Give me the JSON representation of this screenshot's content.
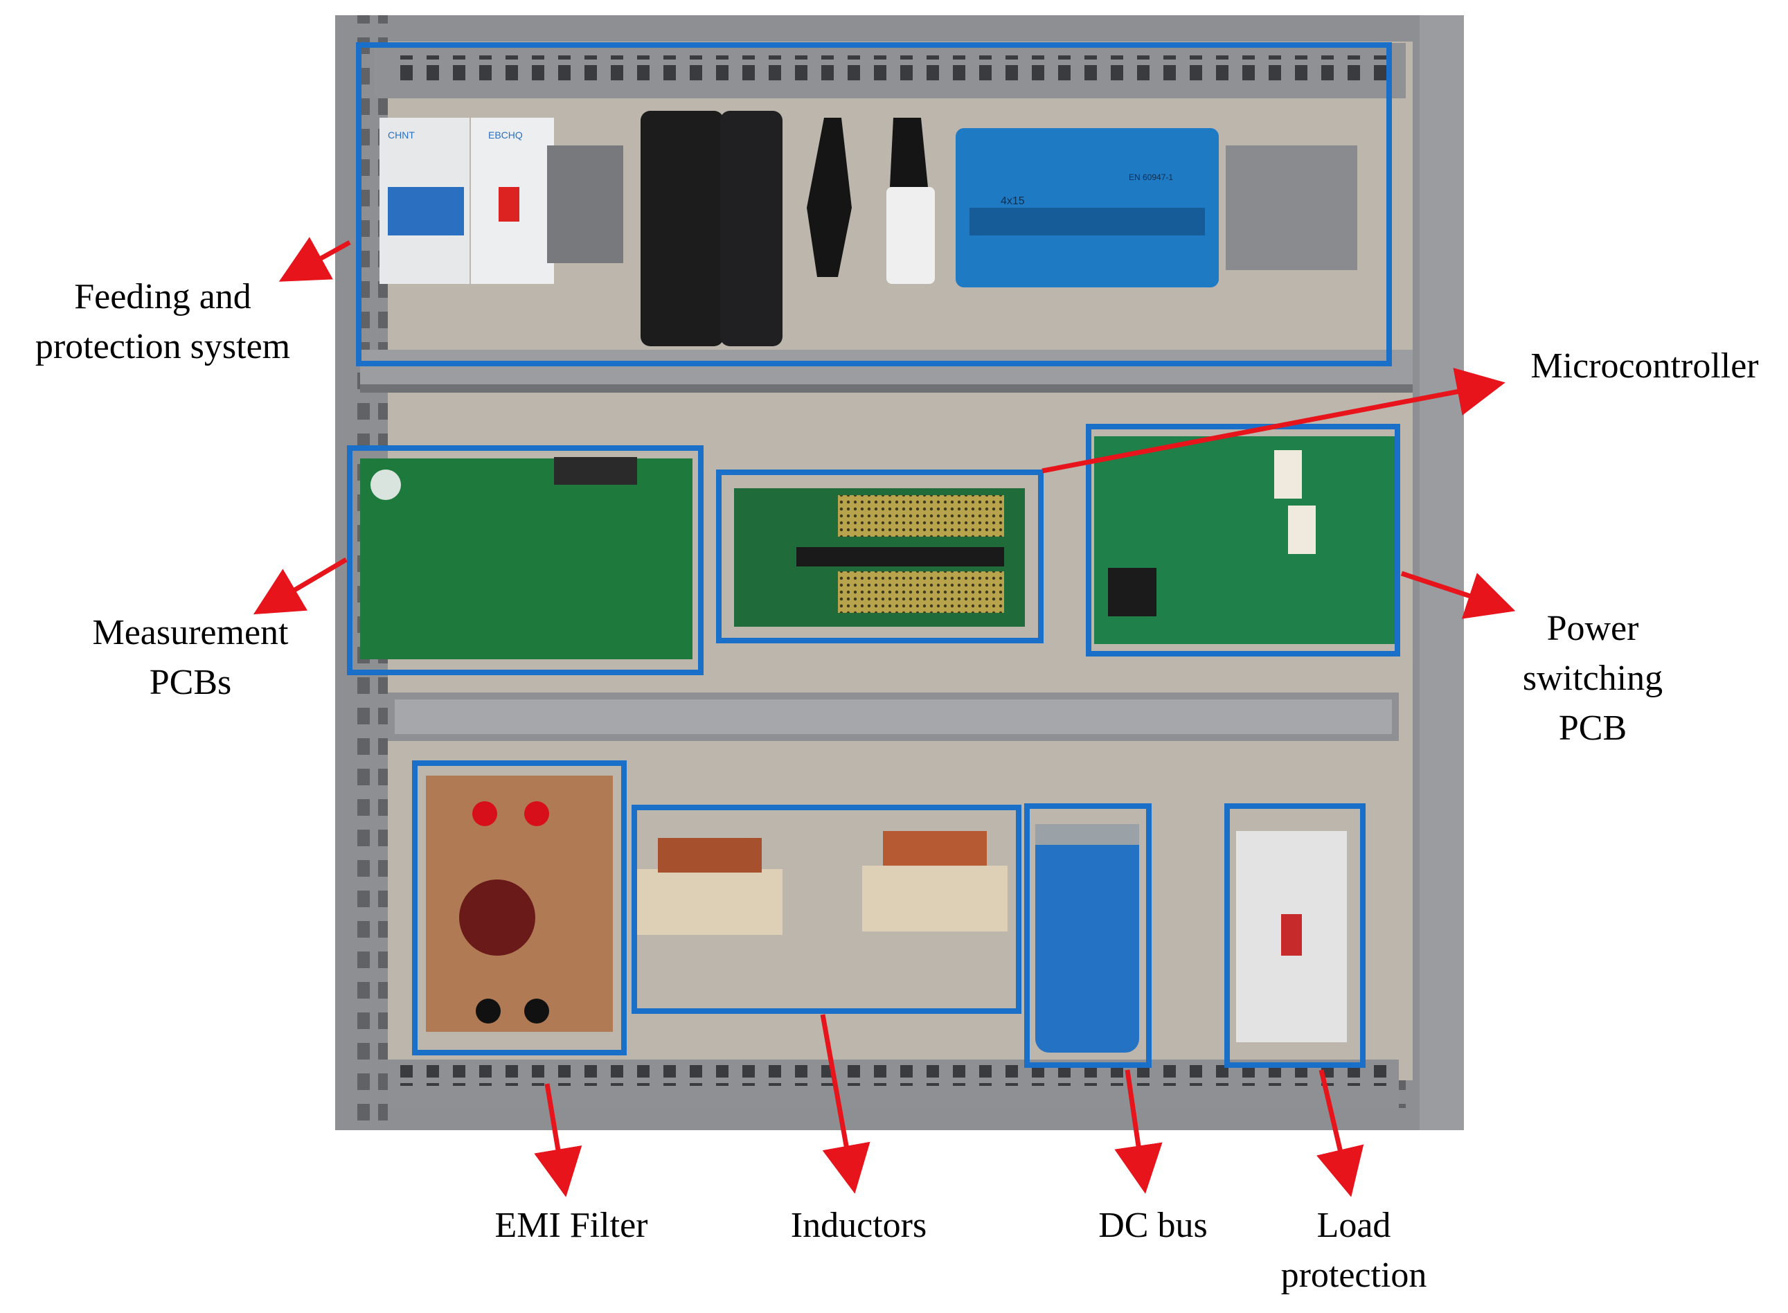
{
  "labels": {
    "feeding": [
      "Feeding and",
      "protection system"
    ],
    "microcontroller": [
      "Microcontroller"
    ],
    "measurement": [
      "Measurement",
      "PCBs"
    ],
    "power_switching": [
      "Power",
      "switching",
      "PCB"
    ],
    "emi_filter": [
      "EMI Filter"
    ],
    "inductors": [
      "Inductors"
    ],
    "dc_bus": [
      "DC bus"
    ],
    "load_protection": [
      "Load",
      "protection"
    ]
  },
  "component_markings": {
    "breaker_brand": "CHNT",
    "rcd_brand": "EBCHQ",
    "distribution_block": "4x15",
    "distribution_block_standard": "EN 60947-1"
  },
  "colors": {
    "highlight_box": "#1a6fc9",
    "arrow": "#e8141b",
    "cabinet": "#8d8f93",
    "backplate": "#bcb6ac",
    "pcb": "#1e7a3c"
  }
}
